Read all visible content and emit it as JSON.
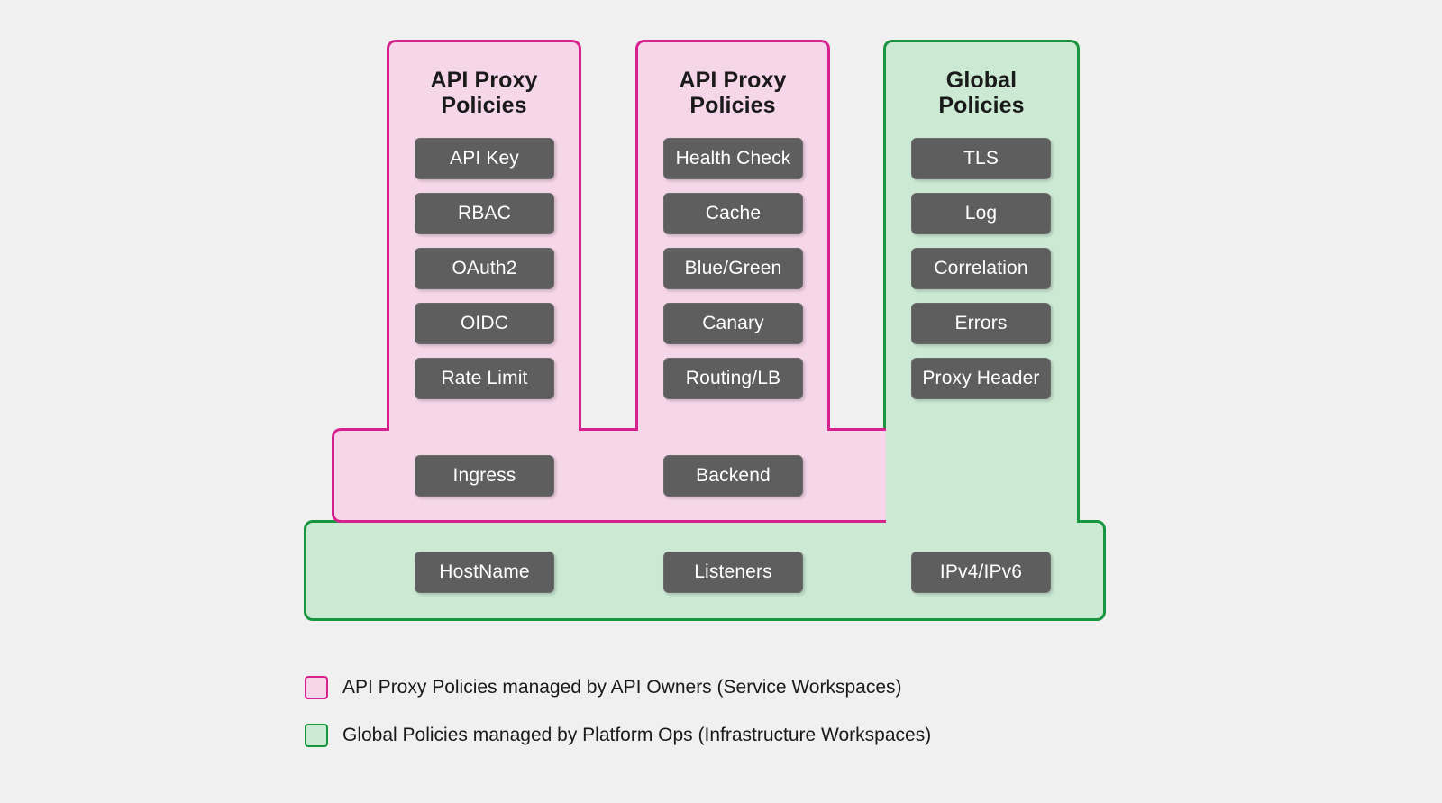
{
  "diagram": {
    "colors": {
      "background": "#f0f0f0",
      "pink_fill": "#f6d6e9",
      "pink_border": "#d6218f",
      "green_fill": "#cbe9d3",
      "green_border": "#17963f",
      "chip_fill": "#5e5e5e",
      "chip_text": "#ffffff"
    },
    "columns": [
      {
        "id": "api-proxy-policies-left",
        "title": "API Proxy\nPolicies",
        "title_line1": "API Proxy",
        "title_line2": "Policies",
        "theme": "pink",
        "items": [
          "API Key",
          "RBAC",
          "OAuth2",
          "OIDC",
          "Rate Limit"
        ]
      },
      {
        "id": "api-proxy-policies-middle",
        "title": "API Proxy\nPolicies",
        "title_line1": "API Proxy",
        "title_line2": "Policies",
        "theme": "pink",
        "items": [
          "Health Check",
          "Cache",
          "Blue/Green",
          "Canary",
          "Routing/LB"
        ]
      },
      {
        "id": "global-policies",
        "title": "Global\nPolicies",
        "title_line1": "Global",
        "title_line2": "Policies",
        "theme": "green",
        "items": [
          "TLS",
          "Log",
          "Correlation",
          "Errors",
          "Proxy Header"
        ]
      }
    ],
    "middle_band": {
      "id": "api-proxy-shared-band",
      "theme": "pink",
      "items": [
        "Ingress",
        "Backend"
      ]
    },
    "bottom_band": {
      "id": "gateway-listener-band",
      "theme": "green",
      "items": [
        "HostName",
        "Listeners",
        "IPv4/IPv6"
      ]
    },
    "legend": [
      {
        "theme": "pink",
        "label": "API Proxy Policies managed by API Owners (Service Workspaces)"
      },
      {
        "theme": "green",
        "label": "Global Policies managed by Platform Ops (Infrastructure Workspaces)"
      }
    ]
  }
}
